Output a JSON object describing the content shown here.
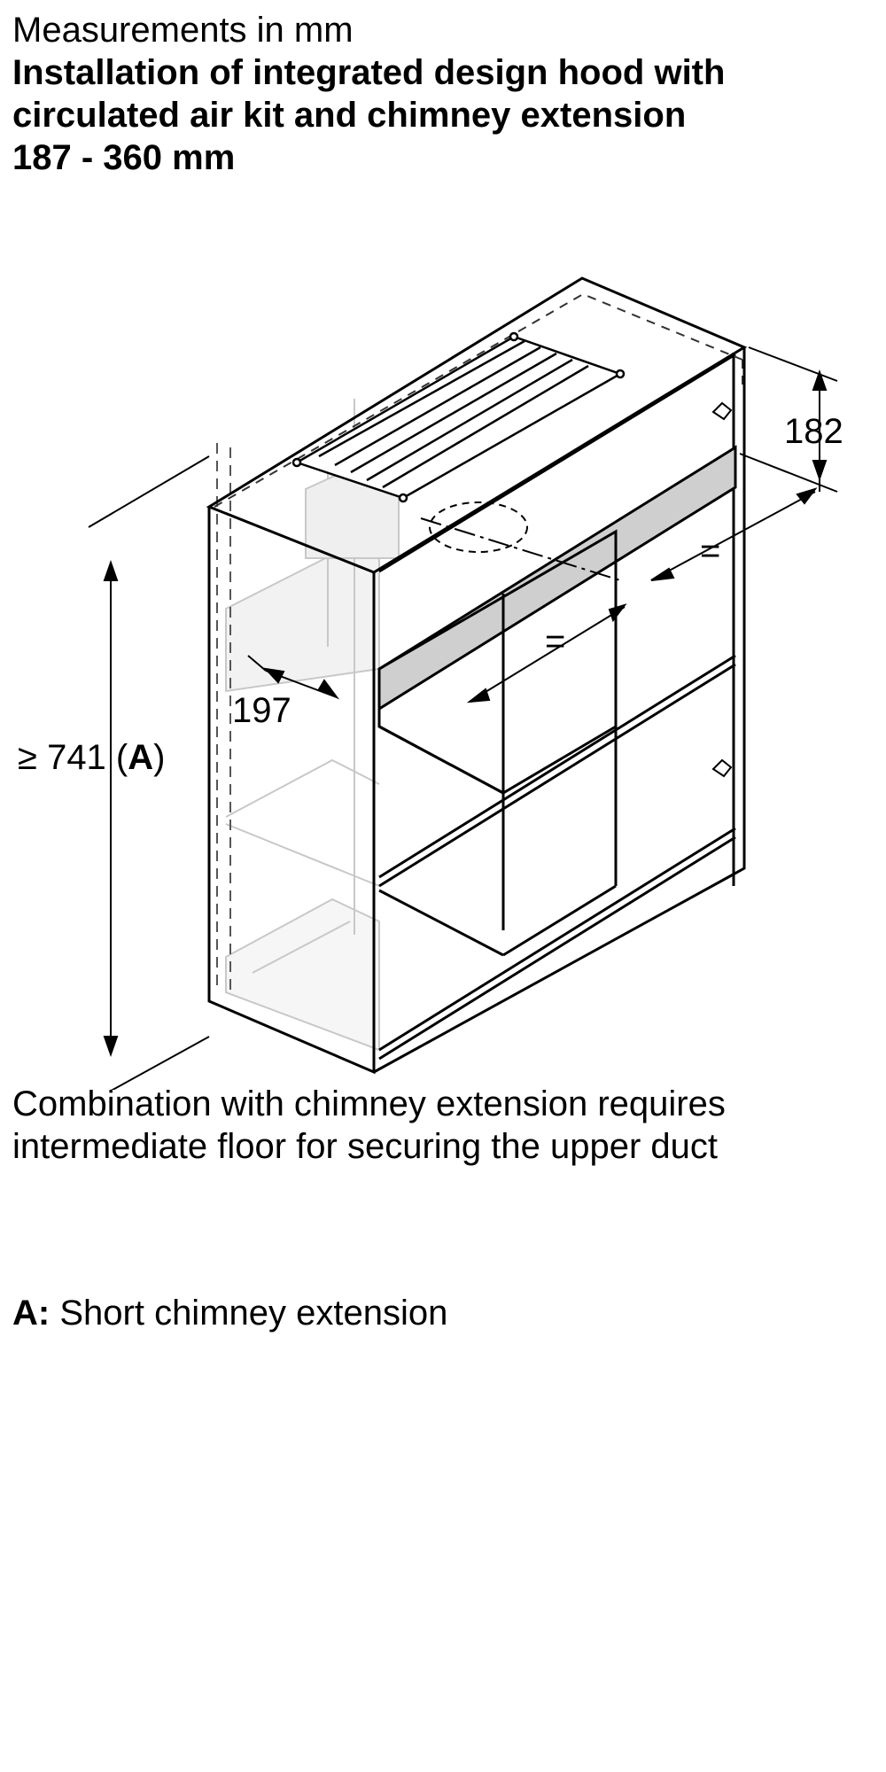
{
  "header": {
    "subtitle": "Measurements in mm",
    "title_lines": [
      "Installation of integrated design hood with",
      "circulated air kit and chimney extension",
      "187 - 360 mm"
    ]
  },
  "dimensions": {
    "height_label": "≥ 741 (",
    "height_ref": "A",
    "height_close": ")",
    "depth_label": "182",
    "side_label": "197",
    "equal_sign": "="
  },
  "note_lines": [
    "Combination with chimney extension requires",
    "intermediate floor for securing the upper duct"
  ],
  "legend": {
    "key": "A:",
    "text": "Short chimney extension"
  }
}
